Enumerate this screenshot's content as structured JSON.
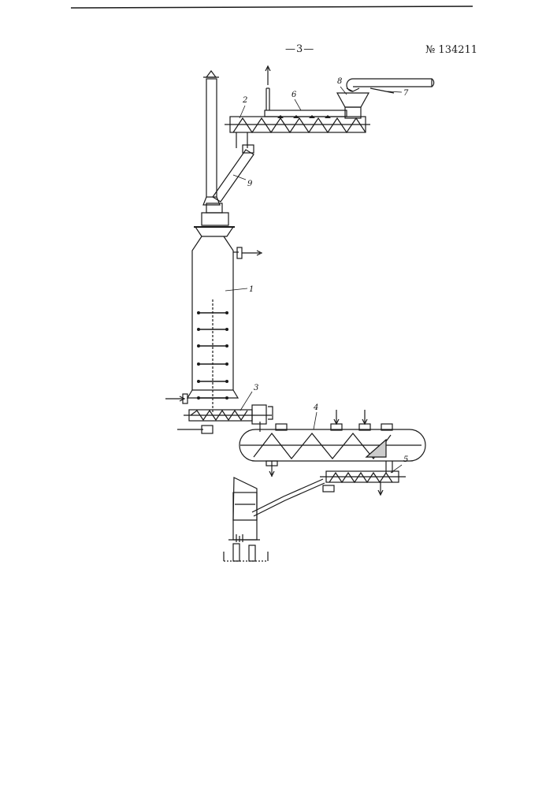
{
  "header": {
    "page_number": "—3—",
    "patent_number": "№ 134211"
  },
  "figure": {
    "labels": [
      "1",
      "2",
      "3",
      "4",
      "5",
      "6",
      "7",
      "8",
      "9"
    ]
  }
}
